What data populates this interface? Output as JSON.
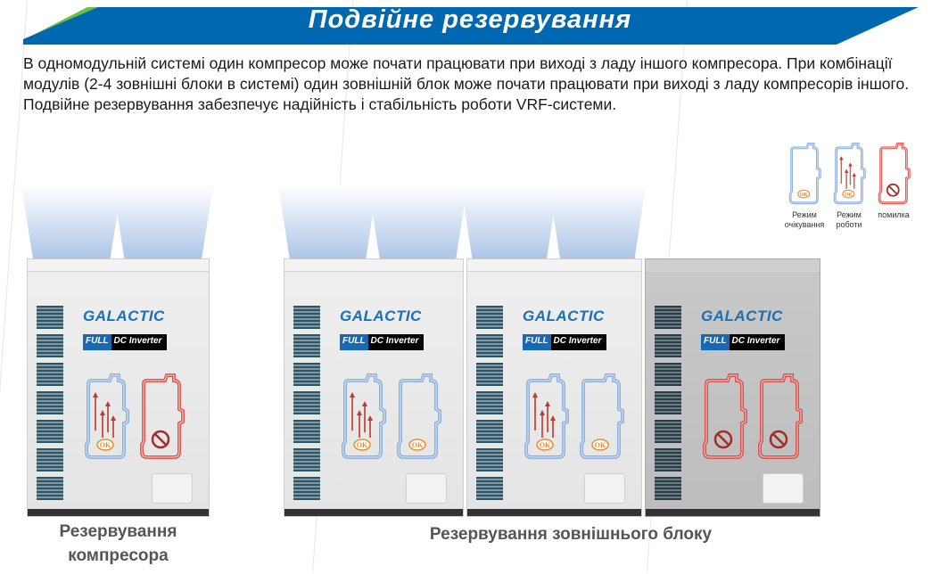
{
  "header": {
    "title": "Подвійне резервування",
    "colors": {
      "banner": "#0067b1",
      "accent": "#6abf45"
    }
  },
  "description": "В одномодульній системі один компресор може почати працювати при виході з ладу іншого компресора. При комбінації модулів (2-4 зовнішні блоки в системі) один зовнішній блок може почати працювати при виході з ладу компресорів іншого. Подвійне резервування забезпечує надійність і стабільність роботи VRF-системи.",
  "legend": [
    {
      "state": "standby",
      "label": "Режим очікування"
    },
    {
      "state": "working",
      "label": "Режим роботи"
    },
    {
      "state": "error",
      "label": "помилка"
    }
  ],
  "units": [
    {
      "brand": "GALACTIC",
      "badge_a": "FULL",
      "badge_b": "DC Inverter",
      "compressors": [
        "working",
        "error"
      ],
      "failed": false
    },
    {
      "brand": "GALACTIC",
      "badge_a": "FULL",
      "badge_b": "DC Inverter",
      "compressors": [
        "working",
        "standby"
      ],
      "failed": false
    },
    {
      "brand": "GALACTIC",
      "badge_a": "FULL",
      "badge_b": "DC Inverter",
      "compressors": [
        "working",
        "standby"
      ],
      "failed": false
    },
    {
      "brand": "GALACTIC",
      "badge_a": "FULL",
      "badge_b": "DC Inverter",
      "compressors": [
        "error",
        "error"
      ],
      "failed": true
    }
  ],
  "ok_label": "OK",
  "captions": {
    "compressor_backup": "Резервування компресора",
    "unit_backup": "Резервування зовнішнього блоку"
  }
}
